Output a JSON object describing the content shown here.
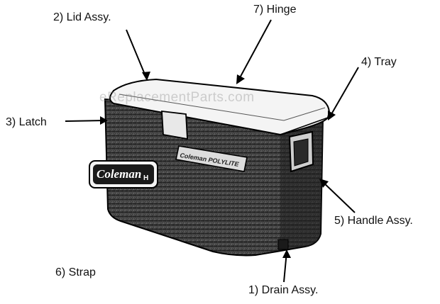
{
  "labels": {
    "lid": "2) Lid Assy.",
    "hinge": "7) Hinge",
    "tray": "4) Tray",
    "latch": "3) Latch",
    "handle": "5) Handle Assy.",
    "strap": "6) Strap",
    "drain": "1) Drain Assy."
  },
  "watermark": "eReplacementParts.com",
  "brand": "Coleman",
  "brand_mark": "H",
  "plate_text": "Coleman POLYLITE",
  "colors": {
    "ink": "#111111",
    "body": "#3a3a3a",
    "lid": "#f4f4f4"
  }
}
